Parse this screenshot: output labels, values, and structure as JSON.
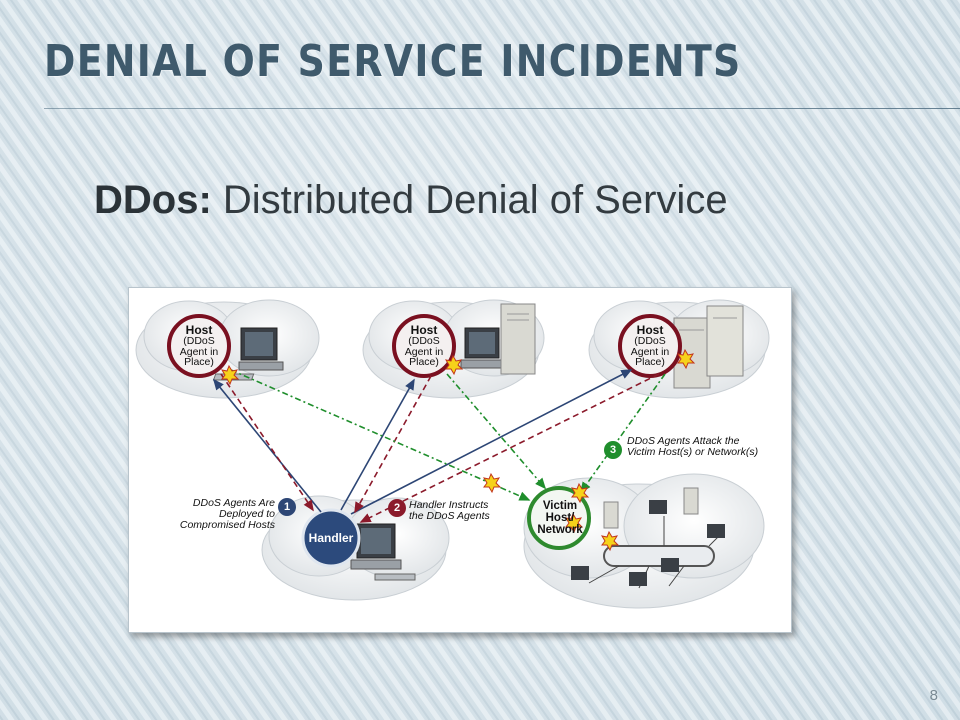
{
  "slide": {
    "title": "DENIAL OF SERVICE INCIDENTS",
    "subtitle_term": "DDos:",
    "subtitle_text": " Distributed Denial of Service",
    "page_number": "8"
  },
  "diagram": {
    "hosts": [
      {
        "label": "Host",
        "sublabel": "(DDoS Agent in Place)"
      },
      {
        "label": "Host",
        "sublabel": "(DDoS Agent in Place)"
      },
      {
        "label": "Host",
        "sublabel": "(DDoS Agent in Place)"
      }
    ],
    "handler_label": "Handler",
    "victim_label_lines": [
      "Victim",
      "Host/",
      "Network"
    ],
    "steps": [
      {
        "number": "1",
        "text": "DDoS Agents Are Deployed to Compromised Hosts"
      },
      {
        "number": "2",
        "text": "Handler Instructs the DDoS Agents"
      },
      {
        "number": "3",
        "text": "DDoS Agents Attack the Victim Host(s) or Network(s)"
      }
    ],
    "colors": {
      "step1": "#2d4675",
      "step2": "#8b1a2b",
      "step3": "#1f8e2c",
      "host_ring": "#7a1020",
      "victim_ring": "#2e8a2e",
      "handler_fill": "#2c4a7c"
    }
  }
}
